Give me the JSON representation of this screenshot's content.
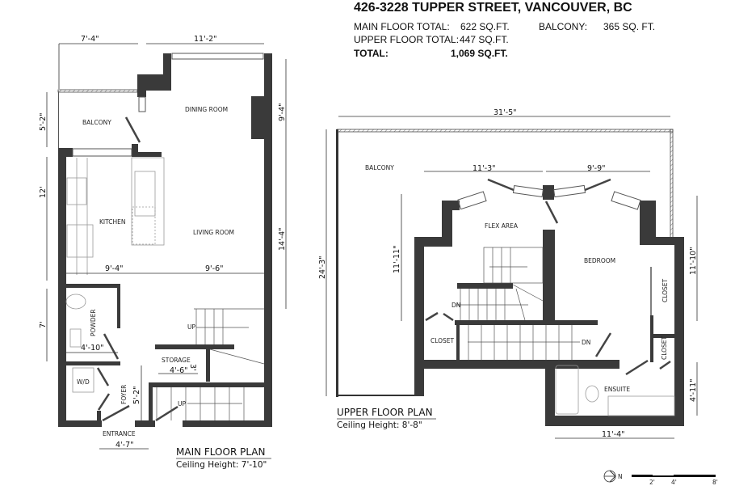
{
  "header": {
    "title": "426-3228 TUPPER STREET, VANCOUVER, BC",
    "main_floor_label": "MAIN FLOOR TOTAL:",
    "main_floor_value": "622 SQ.FT.",
    "upper_floor_label": "UPPER FLOOR TOTAL:",
    "upper_floor_value": "447 SQ.FT.",
    "total_label": "TOTAL:",
    "total_value": "1,069 SQ.FT.",
    "balcony_label": "BALCONY:",
    "balcony_value": "365 SQ. FT."
  },
  "main_floor": {
    "title": "MAIN FLOOR PLAN",
    "ceiling": "Ceiling Height: 7'-10\"",
    "rooms": {
      "balcony": "BALCONY",
      "dining": "DINING ROOM",
      "kitchen": "KITCHEN",
      "living": "LIVING ROOM",
      "powder": "POWDER",
      "wd": "W/D",
      "foyer": "FOYER",
      "storage": "STORAGE",
      "entrance": "ENTRANCE",
      "up1": "UP",
      "up2": "UP"
    },
    "dims": {
      "top_left": "7'-4\"",
      "top_right": "11'-2\"",
      "left_balcony": "5'-2\"",
      "left_kitchen": "12'",
      "left_powder": "7'",
      "right_dining": "9'-4\"",
      "right_living": "14'-4\"",
      "kitchen_width": "9'-4\"",
      "living_width": "9'-6\"",
      "powder_width": "4'-10\"",
      "storage_width": "4'-6\"",
      "storage_depth": "3'",
      "foyer_depth": "5'-2\"",
      "entrance_width": "4'-7\""
    }
  },
  "upper_floor": {
    "title": "UPPER FLOOR PLAN",
    "ceiling": "Ceiling Height: 8'-8\"",
    "rooms": {
      "balcony": "BALCONY",
      "flex": "FLEX AREA",
      "bedroom": "BEDROOM",
      "closet_left": "CLOSET",
      "closet_right": "CLOSET",
      "closet_small": "CLOSET",
      "ensuite": "ENSUITE",
      "dn1": "DN",
      "dn2": "DN"
    },
    "dims": {
      "overall_width": "31'-5\"",
      "flex_width": "11'-3\"",
      "bedroom_width": "9'-9\"",
      "overall_depth": "24'-3\"",
      "flex_depth": "11'-11\"",
      "bedroom_depth": "11'-10\"",
      "ensuite_depth": "4'-11\"",
      "ensuite_width": "11'-4\""
    }
  },
  "legend": {
    "north": "N",
    "scale_ticks": [
      "2'",
      "4'",
      "8'"
    ]
  }
}
